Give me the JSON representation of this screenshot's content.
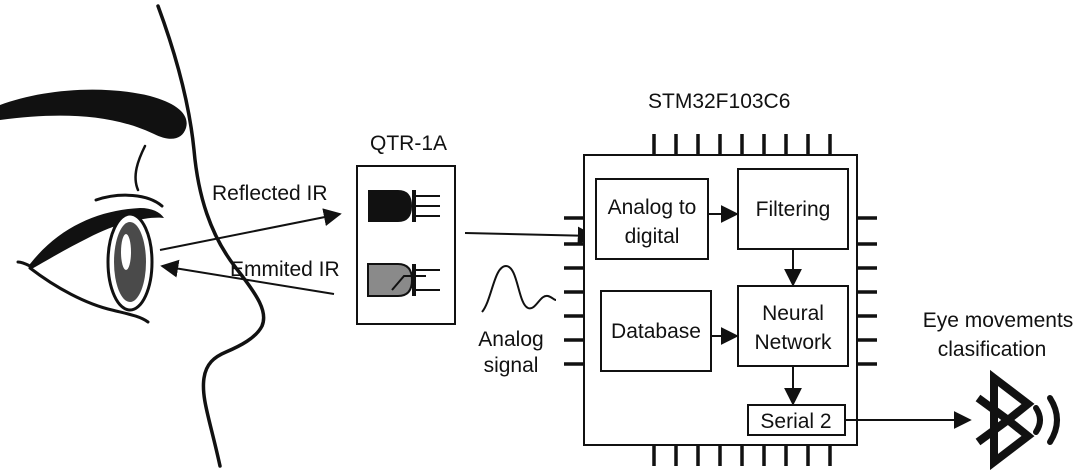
{
  "colors": {
    "stroke": "#111111",
    "background": "#ffffff",
    "iris": "#4a4a4a",
    "emitter_fill": "#8a8a8a"
  },
  "labels": {
    "sensor": "QTR-1A",
    "mcu": "STM32F103C6",
    "reflected_ir": "Reflected IR",
    "emitted_ir": "Emmited IR",
    "analog_signal_line1": "Analog",
    "analog_signal_line2": "signal",
    "output_line1": "Eye movements",
    "output_line2": "clasification"
  },
  "blocks": {
    "adc_line1": "Analog to",
    "adc_line2": "digital",
    "filtering": "Filtering",
    "database": "Database",
    "nn_line1": "Neural",
    "nn_line2": "Network",
    "serial": "Serial 2"
  },
  "icons": {
    "eye": "eye-profile-icon",
    "sensor_detector": "photodetector-icon",
    "sensor_emitter": "ir-emitter-icon",
    "signal": "analog-wave-icon",
    "bluetooth": "bluetooth-icon",
    "wireless": "wireless-waves-icon"
  }
}
